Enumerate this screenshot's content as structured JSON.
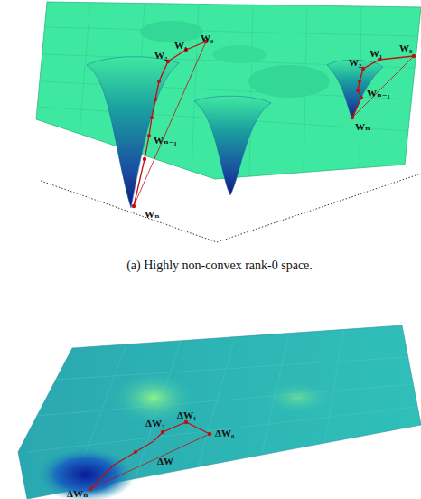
{
  "diagram": {
    "caption": "(a) Highly non-convex rank-0 space.",
    "labels": [
      "W₀",
      "W₁",
      "W₂",
      "Wₙ₋₁",
      "Wₙ",
      "W₀",
      "W₁",
      "W₂",
      "Wₙ₋₁",
      "Wₙ",
      "ΔW₁",
      "ΔW₂",
      "ΔW₀",
      "ΔW",
      "ΔWₙ"
    ]
  }
}
